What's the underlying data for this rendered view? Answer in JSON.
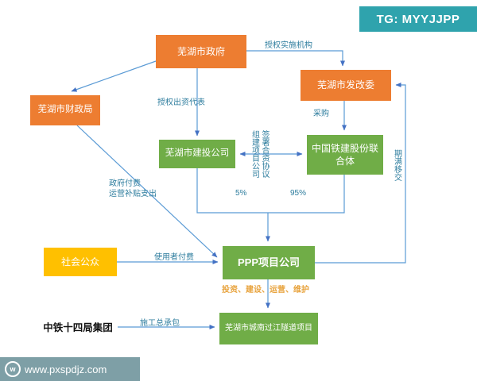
{
  "watermarks": {
    "top": "TG: MYYJJPP",
    "bottom": "www.pxspdjz.com"
  },
  "nodes": {
    "government": "芜湖市政府",
    "ndrc": "芜湖市发改委",
    "finance": "芜湖市财政局",
    "construction_investment": "芜湖市建投公司",
    "crcc_consortium": "中国铁建股份联合体",
    "ppp_company": "PPP项目公司",
    "public": "社会公众",
    "crcc_14th_bureau": "中铁十四局集团",
    "tunnel_project": "芜湖市城南过江隧道项目"
  },
  "edges": {
    "authorize_agency": "授权实施机构",
    "authorize_investor": "授权出资代表",
    "procurement": "采购",
    "jv_agreement": "签署合资协议",
    "form_company": "组建项目公司",
    "share_5": "5%",
    "share_95": "95%",
    "gov_payment": "政府付费",
    "operation_subsidy": "运营补贴支出",
    "user_payment": "使用者付费",
    "handover": "期满移交",
    "invest_build_operate": "投资、建设、运营、维护",
    "epc_contract": "施工总承包"
  },
  "colors": {
    "orange": "#ED7D31",
    "green": "#70AD47",
    "yellow": "#FFC000",
    "teal_watermark": "#2FA3AD",
    "watermark_bottom_bg": "#7E9FA6",
    "line_blue": "#5B9BD5",
    "arrow_blue": "#4472C4",
    "label_teal": "#2E7D9E",
    "invest_label_orange": "#E8A33D"
  }
}
